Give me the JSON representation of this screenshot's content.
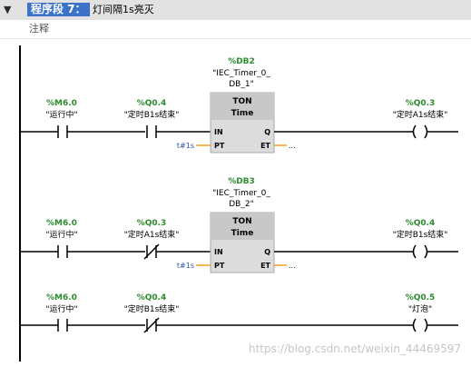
{
  "header": {
    "collapse_icon": "caret-down-icon",
    "network_label": "程序段 7：",
    "network_title": "灯间隔1s亮灭"
  },
  "comment_placeholder": "注释",
  "rungs": [
    {
      "contacts": [
        {
          "addr": "%M6.0",
          "name": "\"运行中\"",
          "type": "NO"
        },
        {
          "addr": "%Q0.4",
          "name": "\"定时B1s结束\"",
          "type": "NO"
        }
      ],
      "timer": {
        "db_addr": "%DB2",
        "db_name_line1": "\"IEC_Timer_0_",
        "db_name_line2": "DB_1\"",
        "type": "TON",
        "base": "Time",
        "pin_in": "IN",
        "pin_q": "Q",
        "pin_pt": "PT",
        "pin_et": "ET",
        "pt_value": "t#1s",
        "et_value": "..."
      },
      "coil": {
        "addr": "%Q0.3",
        "name": "\"定时A1s结束\""
      }
    },
    {
      "contacts": [
        {
          "addr": "%M6.0",
          "name": "\"运行中\"",
          "type": "NO"
        },
        {
          "addr": "%Q0.3",
          "name": "\"定时A1s结束\"",
          "type": "NC"
        }
      ],
      "timer": {
        "db_addr": "%DB3",
        "db_name_line1": "\"IEC_Timer_0_",
        "db_name_line2": "DB_2\"",
        "type": "TON",
        "base": "Time",
        "pin_in": "IN",
        "pin_q": "Q",
        "pin_pt": "PT",
        "pin_et": "ET",
        "pt_value": "t#1s",
        "et_value": "..."
      },
      "coil": {
        "addr": "%Q0.4",
        "name": "\"定时B1s结束\""
      }
    },
    {
      "contacts": [
        {
          "addr": "%M6.0",
          "name": "\"运行中\"",
          "type": "NO"
        },
        {
          "addr": "%Q0.4",
          "name": "\"定时B1s结束\"",
          "type": "NC"
        }
      ],
      "coil": {
        "addr": "%Q0.5",
        "name": "\"灯泡\""
      }
    }
  ],
  "watermark": "https://blog.csdn.net/weixin_44469597",
  "colors": {
    "title_bg": "#3c73c8",
    "address": "#2e8b2e",
    "pt_value": "#2a52a8",
    "wire_output": "#f0a020",
    "block_bg": "#dcdcdc",
    "block_header": "#c8c8c8"
  }
}
